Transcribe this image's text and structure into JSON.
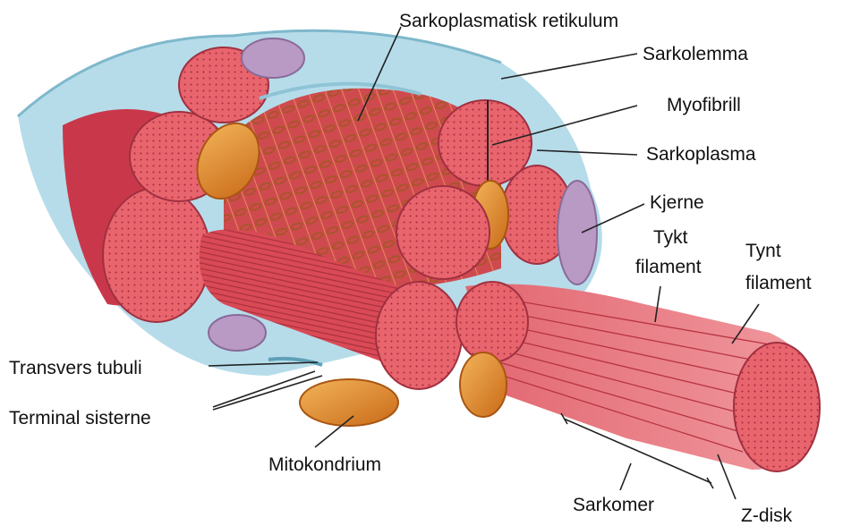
{
  "labels": {
    "sarkoplasmatisk_retikulum": "Sarkoplasmatisk retikulum",
    "sarkolemma": "Sarkolemma",
    "myofibrill": "Myofibrill",
    "sarkoplasma": "Sarkoplasma",
    "kjerne": "Kjerne",
    "tykt_filament_1": "Tykt",
    "tykt_filament_2": "filament",
    "tynt_filament_1": "Tynt",
    "tynt_filament_2": "filament",
    "transvers_tubuli": "Transvers tubuli",
    "terminal_sisterne": "Terminal sisterne",
    "mitokondrium": "Mitokondrium",
    "sarkomer": "Sarkomer",
    "z_disk": "Z-disk"
  },
  "colors": {
    "muscle": "#e05a63",
    "muscle_light": "#f08a90",
    "muscle_dark": "#b83442",
    "sarcolemma": "#a8d4e3",
    "mitochondria": "#e8902e",
    "nucleus": "#b99ac4",
    "reticulum": "#c25a2a"
  }
}
